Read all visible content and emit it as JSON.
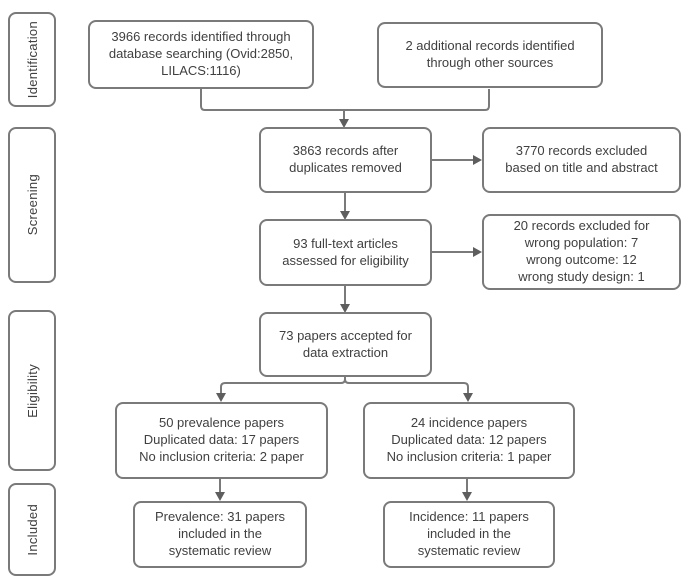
{
  "stages": [
    {
      "label": "Identification"
    },
    {
      "label": "Screening"
    },
    {
      "label": "Eligibility"
    },
    {
      "label": "Included"
    }
  ],
  "boxes": {
    "identified": {
      "text": "3966 records identified through\ndatabase searching (Ovid:2850,\nLILACS:1116)"
    },
    "additional": {
      "text": "2 additional records identified\nthrough other sources"
    },
    "deduplicated": {
      "text": "3863 records after\nduplicates removed"
    },
    "excluded_title_abstract": {
      "text": "3770 records excluded\nbased on title and abstract"
    },
    "fulltext_assessed": {
      "text": "93 full-text articles\nassessed for eligibility"
    },
    "excluded_fulltext": {
      "text": "20 records excluded for\nwrong population: 7\nwrong outcome: 12\nwrong study design: 1"
    },
    "accepted": {
      "text": "73 papers accepted for\ndata extraction"
    },
    "prevalence_papers": {
      "text": "50 prevalence papers\nDuplicated data: 17 papers\nNo inclusion criteria: 2 paper"
    },
    "incidence_papers": {
      "text": "24 incidence papers\nDuplicated data: 12 papers\nNo inclusion criteria: 1 paper"
    },
    "prevalence_included": {
      "text": "Prevalence: 31 papers\nincluded in the\nsystematic review"
    },
    "incidence_included": {
      "text": "Incidence: 11 papers\nincluded in the\nsystematic review"
    }
  },
  "colors": {
    "border": "#7a7a7a",
    "text": "#404040",
    "arrow": "#5e5e5e",
    "background": "#ffffff"
  }
}
